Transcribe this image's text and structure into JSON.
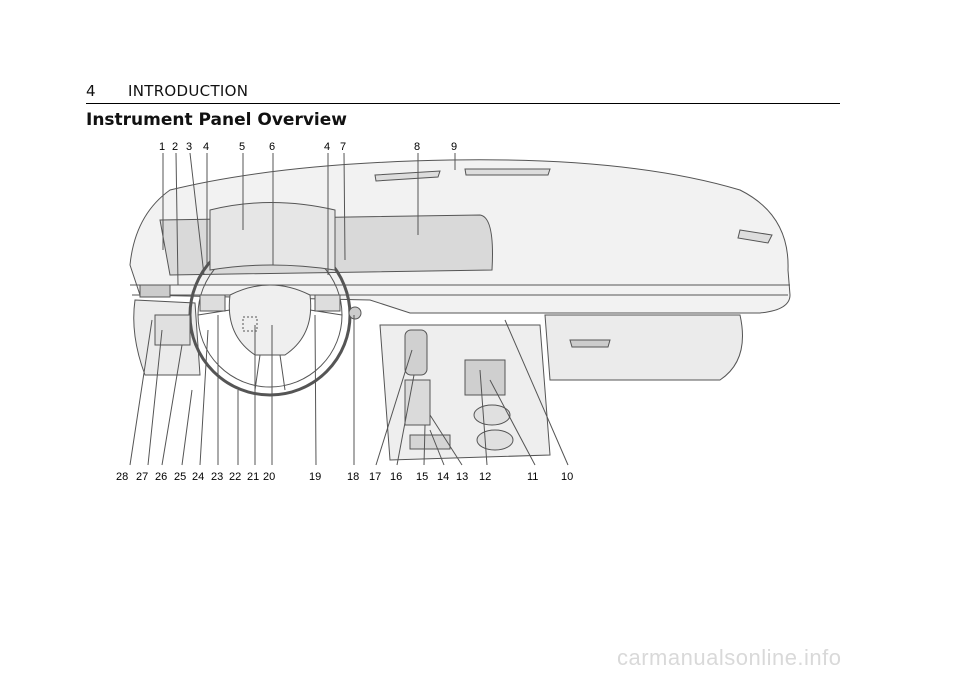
{
  "header": {
    "page_number": "4",
    "chapter": "INTRODUCTION"
  },
  "title": "Instrument Panel Overview",
  "figure": {
    "top_callouts": [
      "1",
      "2",
      "3",
      "4",
      "5",
      "6",
      "4",
      "7",
      "8",
      "9"
    ],
    "bottom_callouts": [
      "28",
      "27",
      "26",
      "25",
      "24",
      "23",
      "22",
      "21",
      "20",
      "19",
      "18",
      "17",
      "16",
      "15",
      "14",
      "13",
      "12",
      "11",
      "10"
    ]
  },
  "watermark": "carmanualsonline.info"
}
